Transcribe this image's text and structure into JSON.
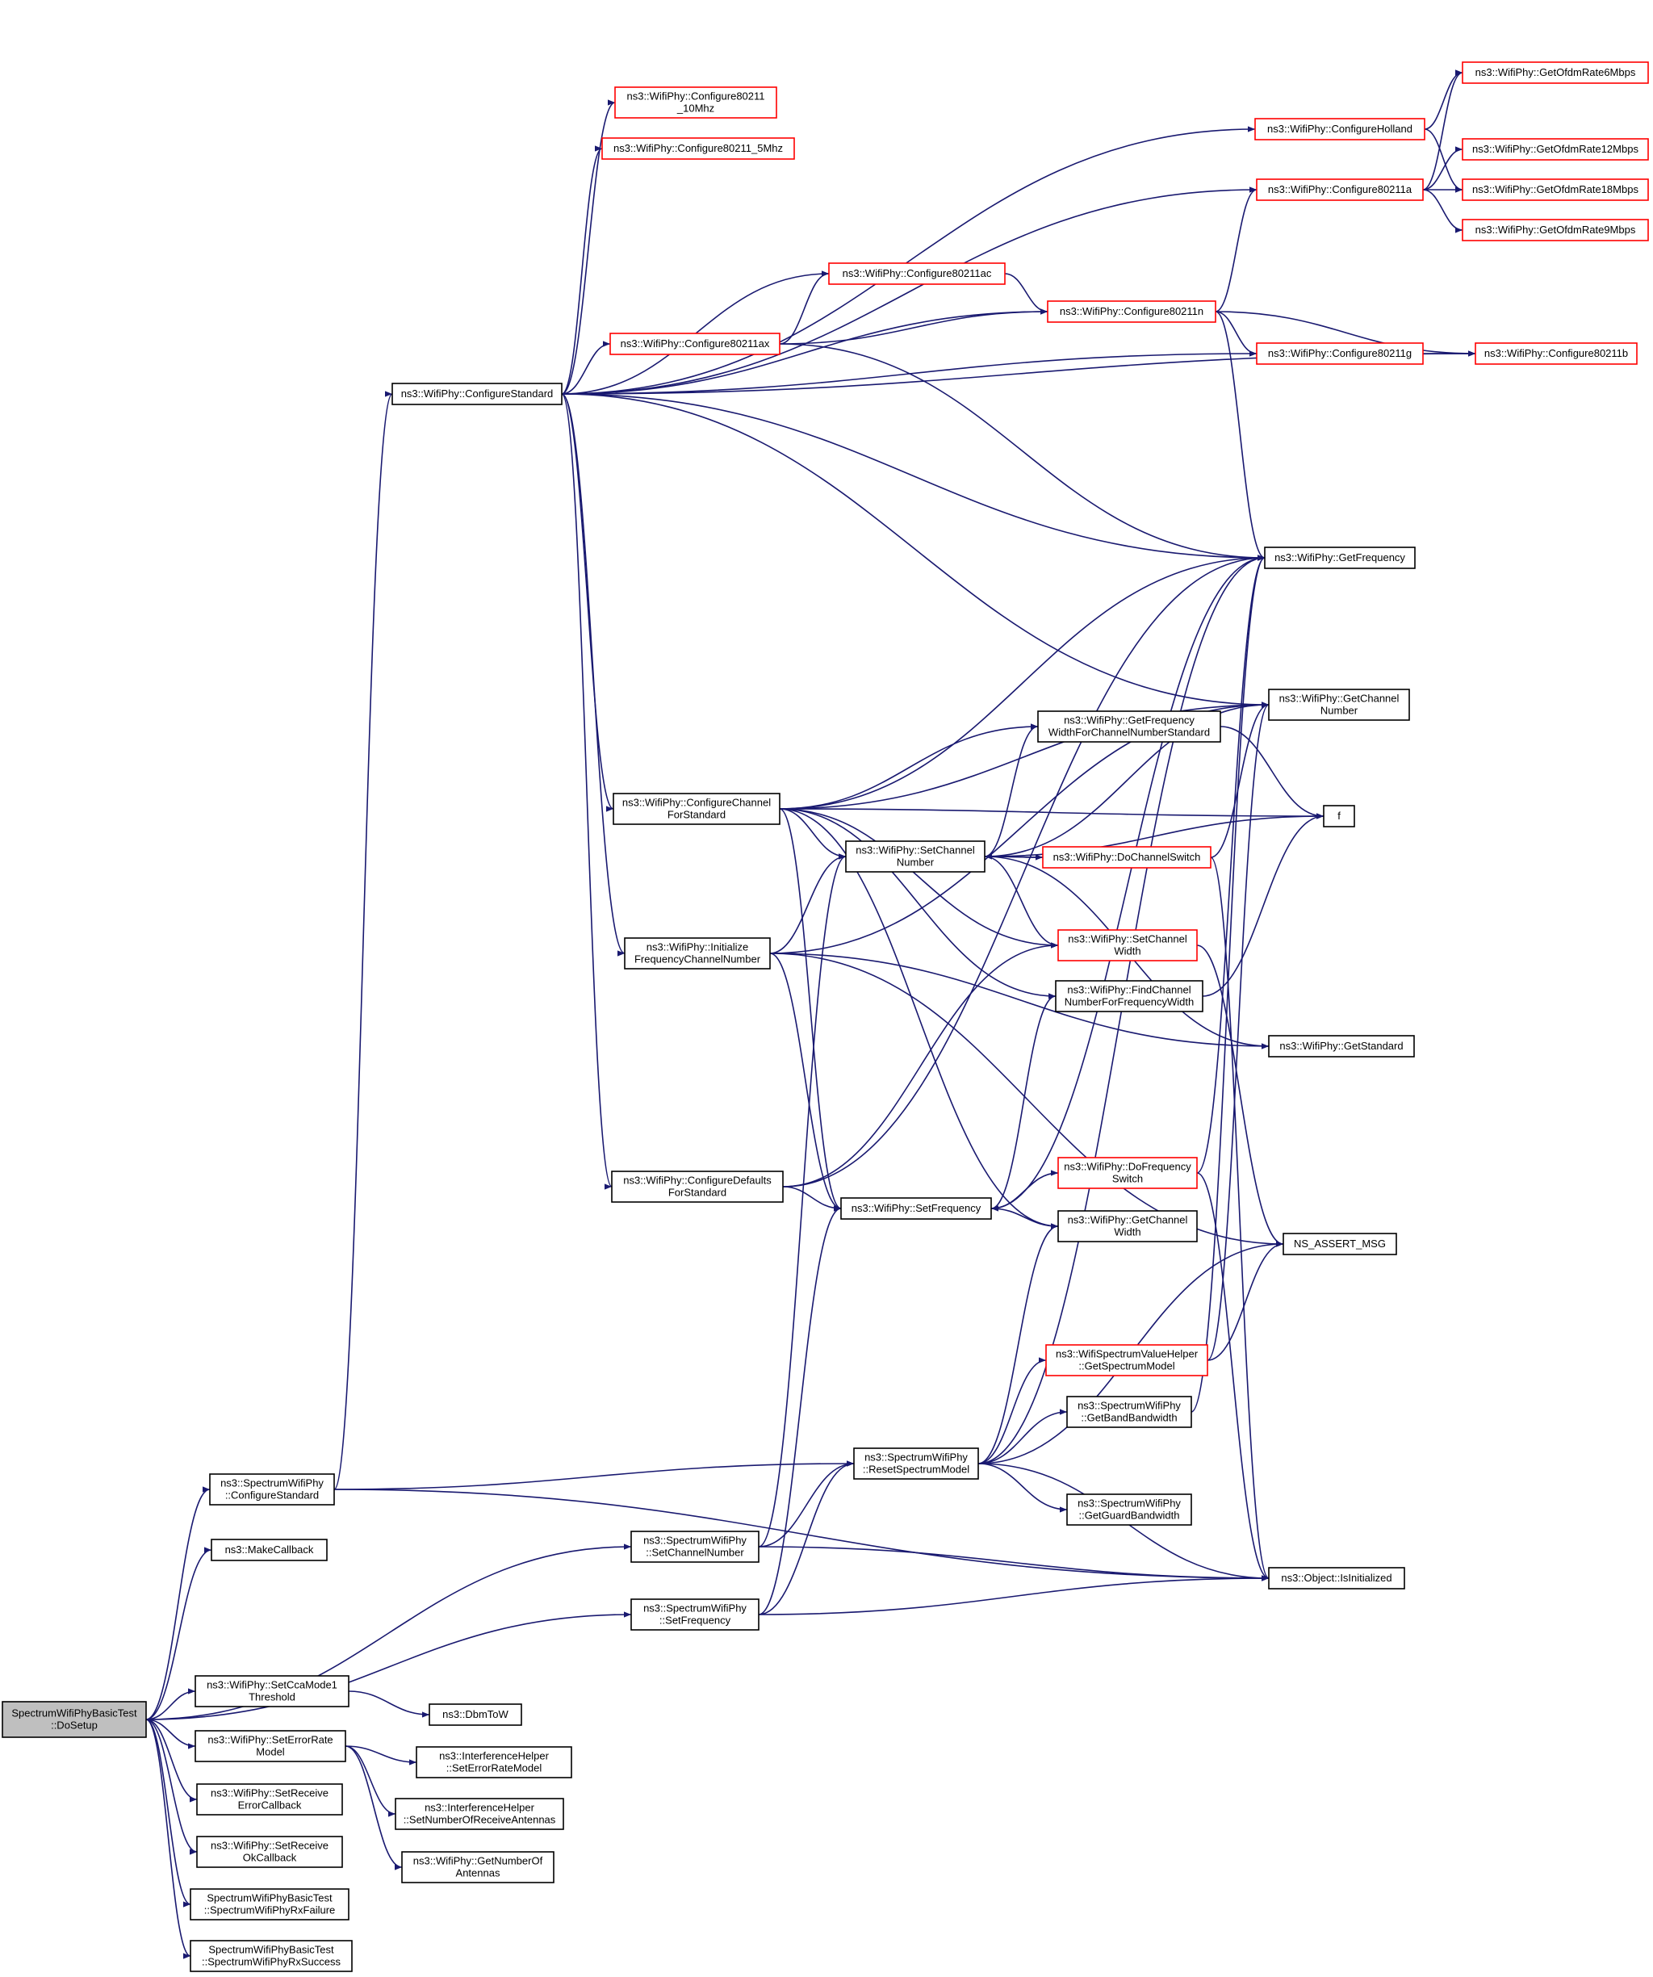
{
  "colors": {
    "edge": "#191970",
    "border_default": "#000000",
    "border_truncated": "#ff0000",
    "root_fill": "#bfbfbf",
    "node_fill": "#ffffff"
  },
  "nodes": [
    {
      "id": "root",
      "lines": [
        "SpectrumWifiPhyBasicTest",
        "::DoSetup"
      ],
      "style": "root"
    },
    {
      "id": "spwConfigureStandard",
      "lines": [
        "ns3::SpectrumWifiPhy",
        "::ConfigureStandard"
      ],
      "style": "normal"
    },
    {
      "id": "makeCallback",
      "lines": [
        "ns3::MakeCallback"
      ],
      "style": "normal"
    },
    {
      "id": "spwSetChannelNumber",
      "lines": [
        "ns3::SpectrumWifiPhy",
        "::SetChannelNumber"
      ],
      "style": "normal"
    },
    {
      "id": "spwSetFrequency",
      "lines": [
        "ns3::SpectrumWifiPhy",
        "::SetFrequency"
      ],
      "style": "normal"
    },
    {
      "id": "setCcaMode1",
      "lines": [
        "ns3::WifiPhy::SetCcaMode1",
        "Threshold"
      ],
      "style": "normal"
    },
    {
      "id": "setErrorRateModel",
      "lines": [
        "ns3::WifiPhy::SetErrorRate",
        "Model"
      ],
      "style": "normal"
    },
    {
      "id": "setReceiveErrorCb",
      "lines": [
        "ns3::WifiPhy::SetReceive",
        "ErrorCallback"
      ],
      "style": "normal"
    },
    {
      "id": "setReceiveOkCb",
      "lines": [
        "ns3::WifiPhy::SetReceive",
        "OkCallback"
      ],
      "style": "normal"
    },
    {
      "id": "rxFailure",
      "lines": [
        "SpectrumWifiPhyBasicTest",
        "::SpectrumWifiPhyRxFailure"
      ],
      "style": "normal"
    },
    {
      "id": "rxSuccess",
      "lines": [
        "SpectrumWifiPhyBasicTest",
        "::SpectrumWifiPhyRxSuccess"
      ],
      "style": "normal"
    },
    {
      "id": "dbmToW",
      "lines": [
        "ns3::DbmToW"
      ],
      "style": "normal"
    },
    {
      "id": "ihSetErrorRateModel",
      "lines": [
        "ns3::InterferenceHelper",
        "::SetErrorRateModel"
      ],
      "style": "normal"
    },
    {
      "id": "ihSetNumAntennas",
      "lines": [
        "ns3::InterferenceHelper",
        "::SetNumberOfReceiveAntennas"
      ],
      "style": "normal"
    },
    {
      "id": "getNumAntennas",
      "lines": [
        "ns3::WifiPhy::GetNumberOf",
        "Antennas"
      ],
      "style": "normal"
    },
    {
      "id": "configureStandard",
      "lines": [
        "ns3::WifiPhy::ConfigureStandard"
      ],
      "style": "normal"
    },
    {
      "id": "cfg10Mhz",
      "lines": [
        "ns3::WifiPhy::Configure80211",
        "_10Mhz"
      ],
      "style": "truncated"
    },
    {
      "id": "cfg5Mhz",
      "lines": [
        "ns3::WifiPhy::Configure80211_5Mhz"
      ],
      "style": "truncated"
    },
    {
      "id": "cfgAx",
      "lines": [
        "ns3::WifiPhy::Configure80211ax"
      ],
      "style": "truncated"
    },
    {
      "id": "cfgAc",
      "lines": [
        "ns3::WifiPhy::Configure80211ac"
      ],
      "style": "truncated"
    },
    {
      "id": "cfgN",
      "lines": [
        "ns3::WifiPhy::Configure80211n"
      ],
      "style": "truncated"
    },
    {
      "id": "cfgHolland",
      "lines": [
        "ns3::WifiPhy::ConfigureHolland"
      ],
      "style": "truncated"
    },
    {
      "id": "cfgA",
      "lines": [
        "ns3::WifiPhy::Configure80211a"
      ],
      "style": "truncated"
    },
    {
      "id": "cfgG",
      "lines": [
        "ns3::WifiPhy::Configure80211g"
      ],
      "style": "truncated"
    },
    {
      "id": "cfgB",
      "lines": [
        "ns3::WifiPhy::Configure80211b"
      ],
      "style": "truncated"
    },
    {
      "id": "ofdm6",
      "lines": [
        "ns3::WifiPhy::GetOfdmRate6Mbps"
      ],
      "style": "truncated"
    },
    {
      "id": "ofdm12",
      "lines": [
        "ns3::WifiPhy::GetOfdmRate12Mbps"
      ],
      "style": "truncated"
    },
    {
      "id": "ofdm18",
      "lines": [
        "ns3::WifiPhy::GetOfdmRate18Mbps"
      ],
      "style": "truncated"
    },
    {
      "id": "ofdm9",
      "lines": [
        "ns3::WifiPhy::GetOfdmRate9Mbps"
      ],
      "style": "truncated"
    },
    {
      "id": "getFrequency",
      "lines": [
        "ns3::WifiPhy::GetFrequency"
      ],
      "style": "normal"
    },
    {
      "id": "getChannelNumber",
      "lines": [
        "ns3::WifiPhy::GetChannel",
        "Number"
      ],
      "style": "normal"
    },
    {
      "id": "getFreqWidth",
      "lines": [
        "ns3::WifiPhy::GetFrequency",
        "WidthForChannelNumberStandard"
      ],
      "style": "normal"
    },
    {
      "id": "fNode",
      "lines": [
        "f"
      ],
      "style": "normal"
    },
    {
      "id": "cfgChannelForStd",
      "lines": [
        "ns3::WifiPhy::ConfigureChannel",
        "ForStandard"
      ],
      "style": "normal"
    },
    {
      "id": "setChannelNumber",
      "lines": [
        "ns3::WifiPhy::SetChannel",
        "Number"
      ],
      "style": "normal"
    },
    {
      "id": "doChannelSwitch",
      "lines": [
        "ns3::WifiPhy::DoChannelSwitch"
      ],
      "style": "truncated"
    },
    {
      "id": "initFreqChan",
      "lines": [
        "ns3::WifiPhy::Initialize",
        "FrequencyChannelNumber"
      ],
      "style": "normal"
    },
    {
      "id": "setChannelWidth",
      "lines": [
        "ns3::WifiPhy::SetChannel",
        "Width"
      ],
      "style": "truncated"
    },
    {
      "id": "findChanNum",
      "lines": [
        "ns3::WifiPhy::FindChannel",
        "NumberForFrequencyWidth"
      ],
      "style": "normal"
    },
    {
      "id": "getStandard",
      "lines": [
        "ns3::WifiPhy::GetStandard"
      ],
      "style": "normal"
    },
    {
      "id": "cfgDefaults",
      "lines": [
        "ns3::WifiPhy::ConfigureDefaults",
        "ForStandard"
      ],
      "style": "normal"
    },
    {
      "id": "setFrequency",
      "lines": [
        "ns3::WifiPhy::SetFrequency"
      ],
      "style": "normal"
    },
    {
      "id": "doFreqSwitch",
      "lines": [
        "ns3::WifiPhy::DoFrequency",
        "Switch"
      ],
      "style": "truncated"
    },
    {
      "id": "getChannelWidth",
      "lines": [
        "ns3::WifiPhy::GetChannel",
        "Width"
      ],
      "style": "normal"
    },
    {
      "id": "nsAssert",
      "lines": [
        "NS_ASSERT_MSG"
      ],
      "style": "normal"
    },
    {
      "id": "wsvhGetModel",
      "lines": [
        "ns3::WifiSpectrumValueHelper",
        "::GetSpectrumModel"
      ],
      "style": "truncated"
    },
    {
      "id": "spwGetBandBw",
      "lines": [
        "ns3::SpectrumWifiPhy",
        "::GetBandBandwidth"
      ],
      "style": "normal"
    },
    {
      "id": "spwReset",
      "lines": [
        "ns3::SpectrumWifiPhy",
        "::ResetSpectrumModel"
      ],
      "style": "normal"
    },
    {
      "id": "spwGetGuardBw",
      "lines": [
        "ns3::SpectrumWifiPhy",
        "::GetGuardBandwidth"
      ],
      "style": "normal"
    },
    {
      "id": "isInitialized",
      "lines": [
        "ns3::Object::IsInitialized"
      ],
      "style": "normal"
    }
  ],
  "edges": [
    [
      "root",
      "spwConfigureStandard"
    ],
    [
      "root",
      "makeCallback"
    ],
    [
      "root",
      "spwSetChannelNumber"
    ],
    [
      "root",
      "spwSetFrequency"
    ],
    [
      "root",
      "setCcaMode1"
    ],
    [
      "root",
      "setErrorRateModel"
    ],
    [
      "root",
      "setReceiveErrorCb"
    ],
    [
      "root",
      "setReceiveOkCb"
    ],
    [
      "root",
      "rxFailure"
    ],
    [
      "root",
      "rxSuccess"
    ],
    [
      "setCcaMode1",
      "dbmToW"
    ],
    [
      "setErrorRateModel",
      "ihSetErrorRateModel"
    ],
    [
      "setErrorRateModel",
      "ihSetNumAntennas"
    ],
    [
      "setErrorRateModel",
      "getNumAntennas"
    ],
    [
      "spwConfigureStandard",
      "configureStandard"
    ],
    [
      "spwConfigureStandard",
      "spwReset"
    ],
    [
      "spwConfigureStandard",
      "isInitialized"
    ],
    [
      "spwSetChannelNumber",
      "setChannelNumber"
    ],
    [
      "spwSetChannelNumber",
      "spwReset"
    ],
    [
      "spwSetChannelNumber",
      "isInitialized"
    ],
    [
      "spwSetFrequency",
      "setFrequency"
    ],
    [
      "spwSetFrequency",
      "spwReset"
    ],
    [
      "spwSetFrequency",
      "isInitialized"
    ],
    [
      "configureStandard",
      "cfg10Mhz"
    ],
    [
      "configureStandard",
      "cfg5Mhz"
    ],
    [
      "configureStandard",
      "cfgHolland"
    ],
    [
      "configureStandard",
      "cfgA"
    ],
    [
      "configureStandard",
      "cfgAc"
    ],
    [
      "configureStandard",
      "cfgN"
    ],
    [
      "configureStandard",
      "cfgAx"
    ],
    [
      "configureStandard",
      "cfgG"
    ],
    [
      "configureStandard",
      "cfgB"
    ],
    [
      "configureStandard",
      "getFrequency"
    ],
    [
      "configureStandard",
      "getChannelNumber"
    ],
    [
      "configureStandard",
      "cfgChannelForStd"
    ],
    [
      "configureStandard",
      "initFreqChan"
    ],
    [
      "configureStandard",
      "cfgDefaults"
    ],
    [
      "cfgHolland",
      "ofdm6"
    ],
    [
      "cfgHolland",
      "ofdm18"
    ],
    [
      "cfgA",
      "ofdm6"
    ],
    [
      "cfgA",
      "ofdm12"
    ],
    [
      "cfgA",
      "ofdm18"
    ],
    [
      "cfgA",
      "ofdm9"
    ],
    [
      "cfgAc",
      "cfgN"
    ],
    [
      "cfgAx",
      "cfgAc"
    ],
    [
      "cfgAx",
      "cfgN"
    ],
    [
      "cfgAx",
      "getFrequency"
    ],
    [
      "cfgN",
      "cfgA"
    ],
    [
      "cfgN",
      "cfgG"
    ],
    [
      "cfgN",
      "cfgB"
    ],
    [
      "cfgN",
      "getFrequency"
    ],
    [
      "cfgG",
      "cfgB"
    ],
    [
      "cfgChannelForStd",
      "getFrequency"
    ],
    [
      "cfgChannelForStd",
      "getChannelNumber"
    ],
    [
      "cfgChannelForStd",
      "getFreqWidth"
    ],
    [
      "cfgChannelForStd",
      "fNode"
    ],
    [
      "cfgChannelForStd",
      "setChannelNumber"
    ],
    [
      "cfgChannelForStd",
      "setChannelWidth"
    ],
    [
      "cfgChannelForStd",
      "findChanNum"
    ],
    [
      "cfgChannelForStd",
      "setFrequency"
    ],
    [
      "cfgChannelForStd",
      "getChannelWidth"
    ],
    [
      "getFreqWidth",
      "fNode"
    ],
    [
      "setChannelNumber",
      "getFreqWidth"
    ],
    [
      "setChannelNumber",
      "getChannelNumber"
    ],
    [
      "setChannelNumber",
      "fNode"
    ],
    [
      "setChannelNumber",
      "doChannelSwitch"
    ],
    [
      "setChannelNumber",
      "setChannelWidth"
    ],
    [
      "setChannelNumber",
      "getStandard"
    ],
    [
      "doChannelSwitch",
      "setChannelNumber"
    ],
    [
      "doChannelSwitch",
      "getChannelNumber"
    ],
    [
      "doChannelSwitch",
      "isInitialized"
    ],
    [
      "initFreqChan",
      "getChannelNumber"
    ],
    [
      "initFreqChan",
      "setChannelNumber"
    ],
    [
      "initFreqChan",
      "getStandard"
    ],
    [
      "initFreqChan",
      "setFrequency"
    ],
    [
      "initFreqChan",
      "nsAssert"
    ],
    [
      "setChannelWidth",
      "nsAssert"
    ],
    [
      "findChanNum",
      "fNode"
    ],
    [
      "cfgDefaults",
      "setChannelWidth"
    ],
    [
      "cfgDefaults",
      "setFrequency"
    ],
    [
      "cfgDefaults",
      "getFrequency"
    ],
    [
      "setFrequency",
      "findChanNum"
    ],
    [
      "setFrequency",
      "getFrequency"
    ],
    [
      "setFrequency",
      "doFreqSwitch"
    ],
    [
      "setFrequency",
      "getChannelWidth"
    ],
    [
      "doFreqSwitch",
      "setFrequency"
    ],
    [
      "doFreqSwitch",
      "getFrequency"
    ],
    [
      "doFreqSwitch",
      "isInitialized"
    ],
    [
      "wsvhGetModel",
      "nsAssert"
    ],
    [
      "wsvhGetModel",
      "getChannelNumber"
    ],
    [
      "spwGetBandBw",
      "getFrequency"
    ],
    [
      "spwReset",
      "getChannelWidth"
    ],
    [
      "spwReset",
      "wsvhGetModel"
    ],
    [
      "spwReset",
      "spwGetBandBw"
    ],
    [
      "spwReset",
      "spwGetGuardBw"
    ],
    [
      "spwReset",
      "getFrequency"
    ],
    [
      "spwReset",
      "nsAssert"
    ],
    [
      "spwReset",
      "isInitialized"
    ]
  ]
}
